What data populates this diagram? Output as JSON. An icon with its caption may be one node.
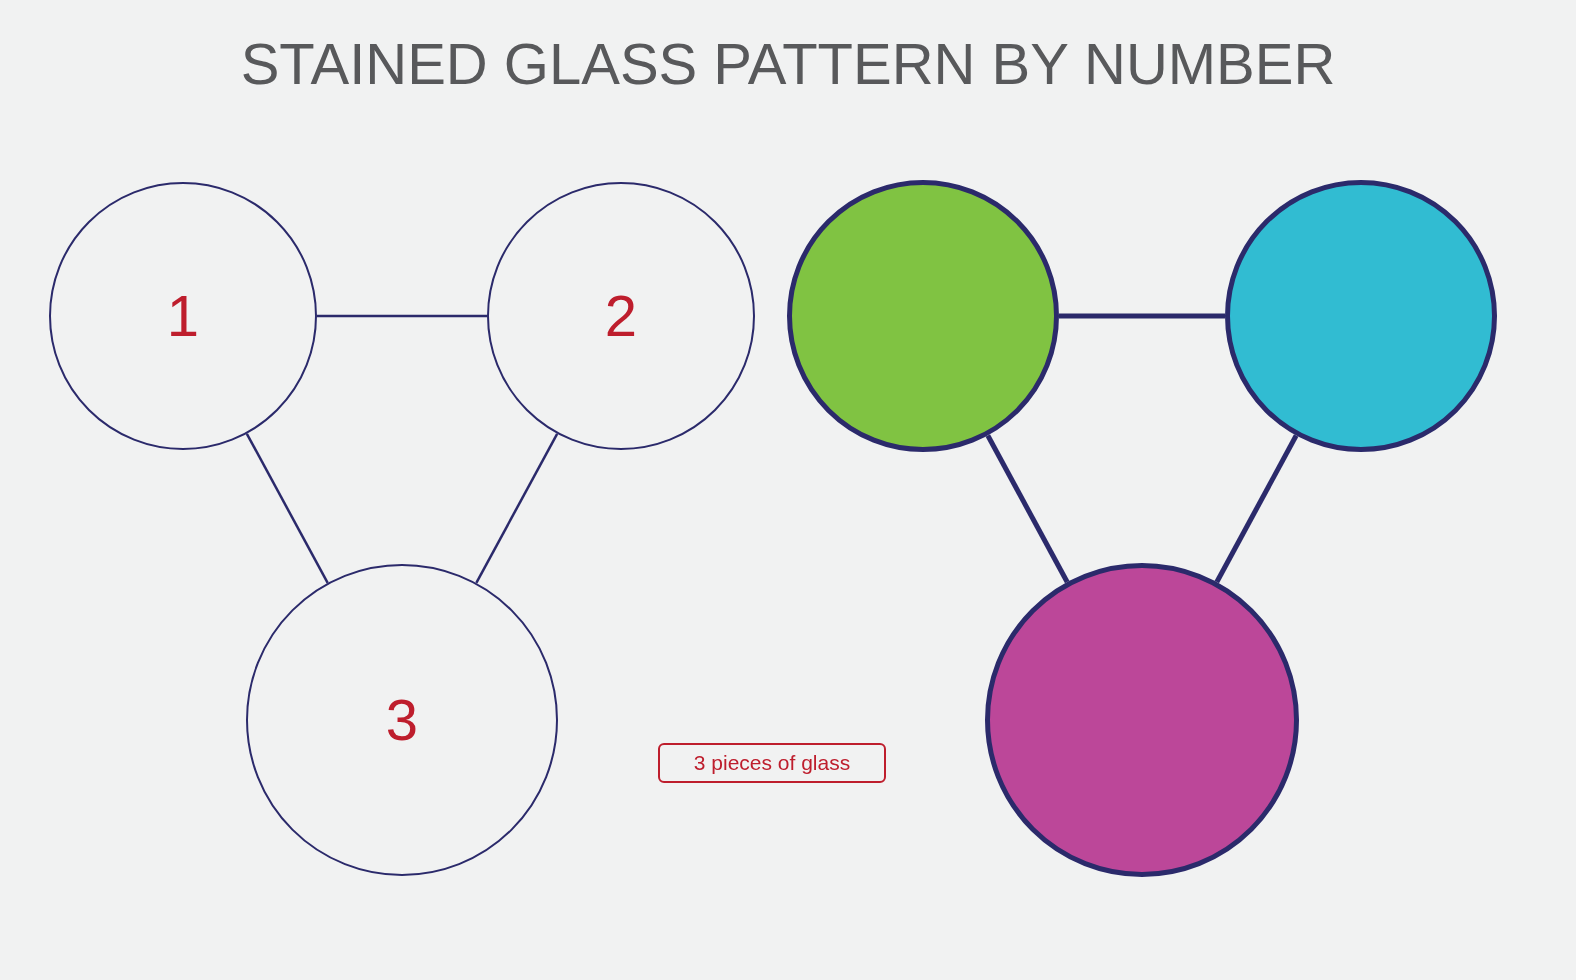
{
  "diagram": {
    "title": "STAINED GLASS PATTERN BY NUMBER",
    "nodes": [
      {
        "text": [
          "1"
        ]
      },
      {
        "text": [
          "2"
        ]
      },
      {
        "text": [
          "3"
        ]
      },
      {
        "text": [
          "3 pieces of glass"
        ]
      },
      {
        "text": [],
        "shape": "circle"
      },
      {
        "text": [],
        "shape": "circle"
      },
      {
        "text": [],
        "shape": "circle"
      }
    ],
    "edges": [
      {
        "from": 0,
        "to": 1,
        "arrow": "none"
      },
      {
        "from": 0,
        "to": 2,
        "arrow": "none"
      },
      {
        "from": 1,
        "to": 2,
        "arrow": "none"
      },
      {
        "from": 4,
        "to": 5,
        "arrow": "none",
        "style": "thick"
      },
      {
        "from": 4,
        "to": 6,
        "arrow": "none",
        "style": "thick"
      },
      {
        "from": 5,
        "to": 6,
        "arrow": "none",
        "style": "thick"
      }
    ]
  }
}
